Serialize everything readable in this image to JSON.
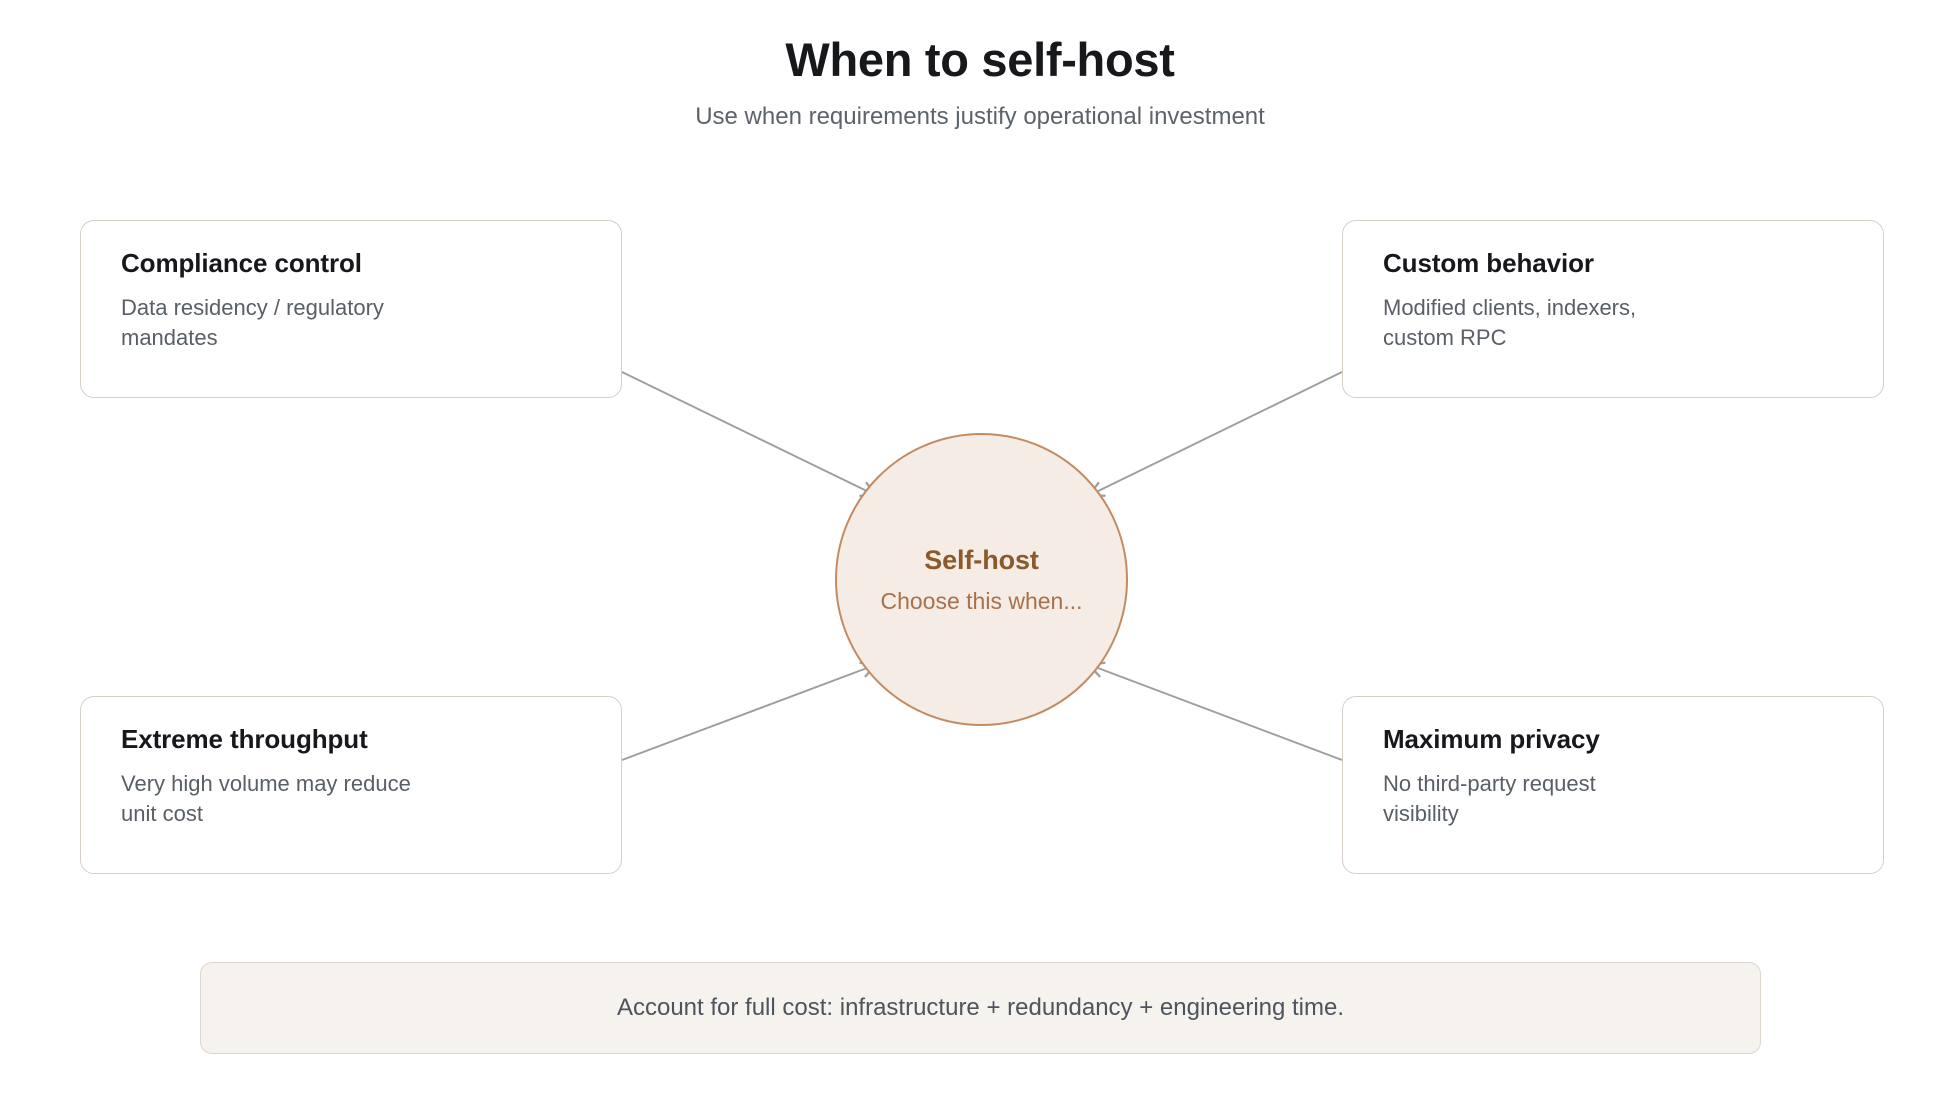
{
  "header": {
    "title": "When to self-host",
    "subtitle": "Use when requirements justify operational investment"
  },
  "center": {
    "title": "Self-host",
    "subtitle": "Choose this when...",
    "fill_color": "#f5ece6",
    "border_color": "#c28b62",
    "title_color": "#8a5a2c",
    "subtitle_color": "#a8714a"
  },
  "cards": [
    {
      "id": "compliance-control",
      "position": "top-left",
      "title": "Compliance control",
      "description": "Data residency / regulatory\nmandates"
    },
    {
      "id": "custom-behavior",
      "position": "top-right",
      "title": "Custom behavior",
      "description": "Modified clients, indexers,\ncustom RPC"
    },
    {
      "id": "extreme-throughput",
      "position": "bottom-left",
      "title": "Extreme throughput",
      "description": "Very high volume may reduce\nunit cost"
    },
    {
      "id": "maximum-privacy",
      "position": "bottom-right",
      "title": "Maximum privacy",
      "description": "No third-party request\nvisibility"
    }
  ],
  "connectors": {
    "color": "#9e9e9e",
    "arrow_direction": "toward-center",
    "count": 4
  },
  "footer": {
    "text": "Account for full cost: infrastructure + redundancy + engineering time.",
    "background_color": "#f6f3ef",
    "border_color": "#ddd6cf"
  },
  "colors": {
    "page_background": "#ffffff",
    "card_border": "#d6cfc8",
    "title_text": "#16181c",
    "body_text": "#595f67"
  }
}
